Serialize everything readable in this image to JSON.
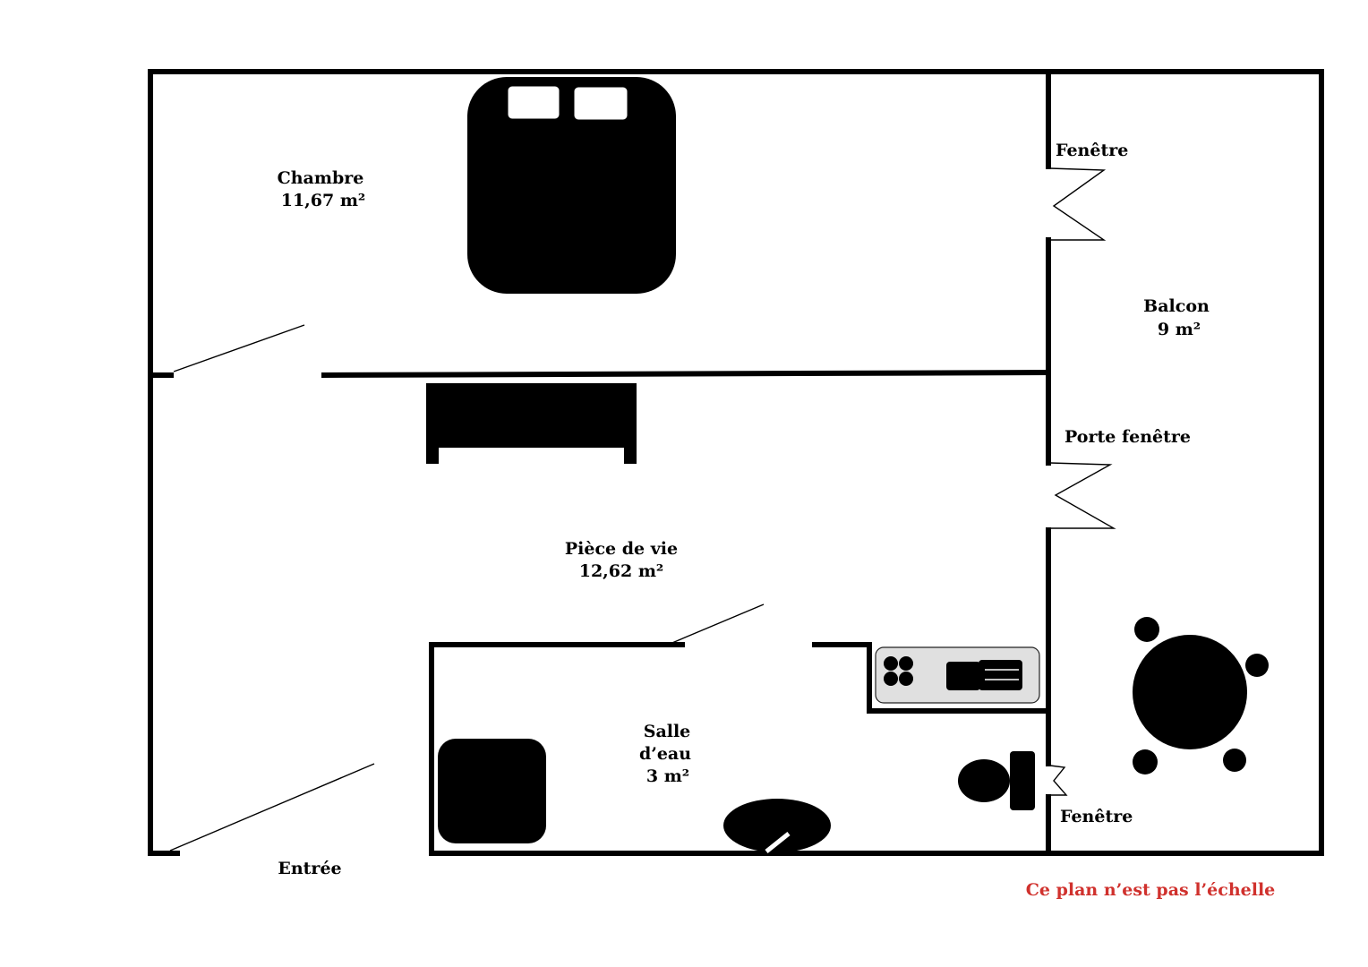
{
  "rooms": {
    "chambre": {
      "name": "Chambre",
      "area": "11,67 m²"
    },
    "balcon": {
      "name": "Balcon",
      "area": "9 m²"
    },
    "piece_de_vie": {
      "name": "Pièce de vie",
      "area": "12,62 m²"
    },
    "salle_eau": {
      "line1": "Salle",
      "line2": "d’eau",
      "area": "3 m²"
    },
    "entree": {
      "name": "Entrée"
    }
  },
  "openings": {
    "fenetre_chambre": "Fenêtre",
    "porte_fenetre": "Porte fenêtre",
    "fenetre_sdb": "Fenêtre"
  },
  "note": {
    "text": "Ce plan n’est pas l’échelle",
    "color": "#d0312d"
  },
  "colors": {
    "wall": "#000000",
    "furniture": "#000000",
    "background": "#ffffff",
    "kitchen_counter": "#e0e0e0"
  }
}
